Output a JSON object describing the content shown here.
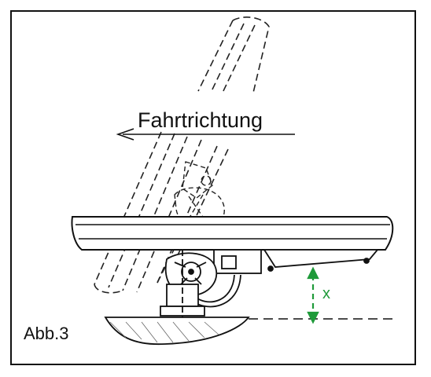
{
  "diagram": {
    "direction_label": "Fahrtrichtung",
    "figure_label": "Abb.3",
    "dimension_label": "x"
  },
  "colors": {
    "ink": "#111111",
    "paper": "#ffffff",
    "dimension": "#1f9a3a"
  }
}
